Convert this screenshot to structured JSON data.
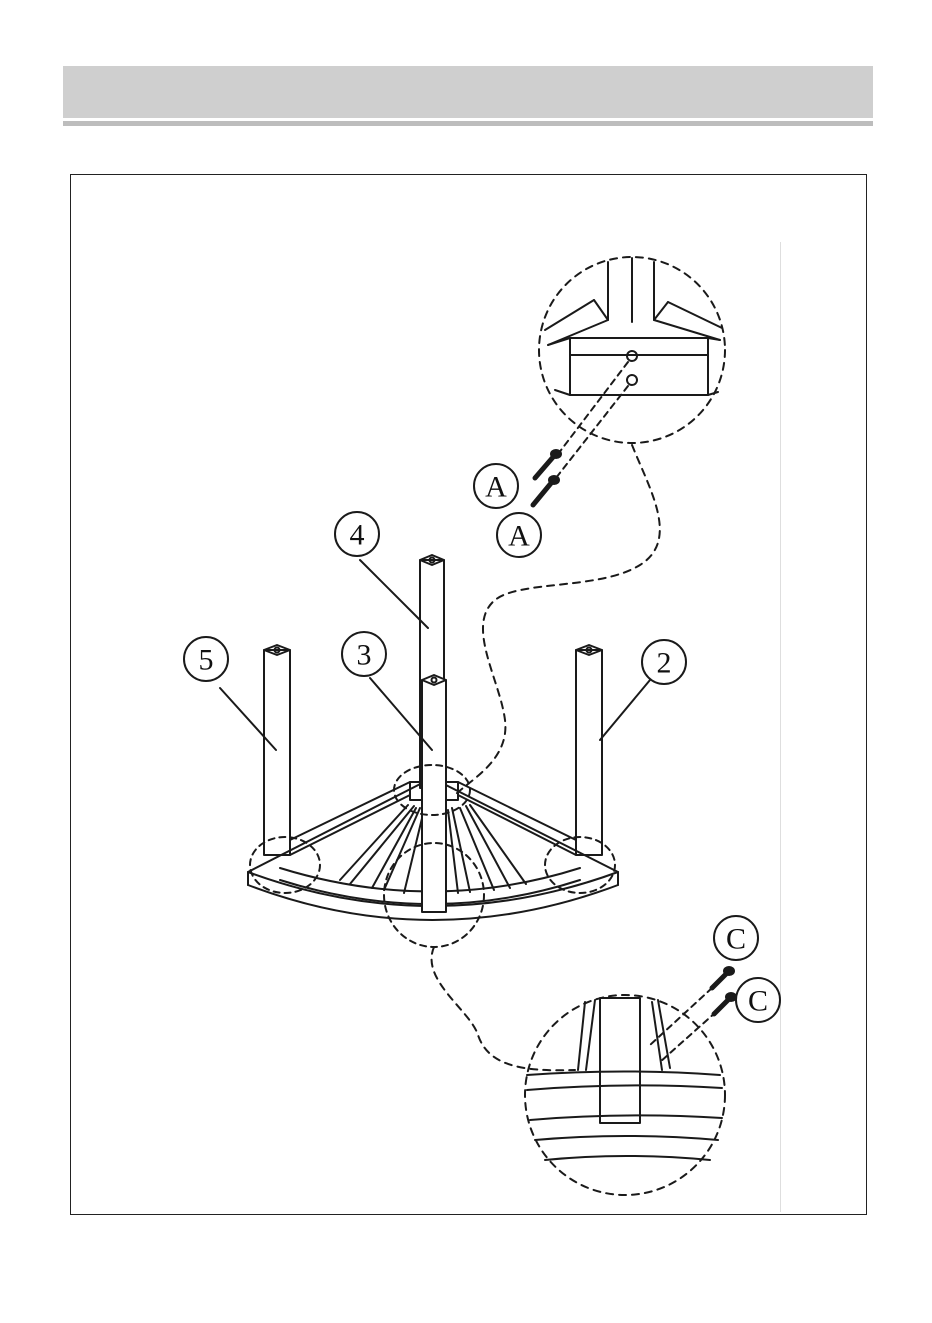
{
  "callouts": {
    "part_2": "2",
    "part_3": "3",
    "part_4": "4",
    "part_5": "5",
    "screw_a_upper": "A",
    "screw_a_lower": "A",
    "screw_c_upper": "C",
    "screw_c_lower": "C"
  },
  "colors": {
    "line": "#1a1a1a",
    "header_bar": "#cfcfcf",
    "header_rule": "#bdbdbd"
  }
}
